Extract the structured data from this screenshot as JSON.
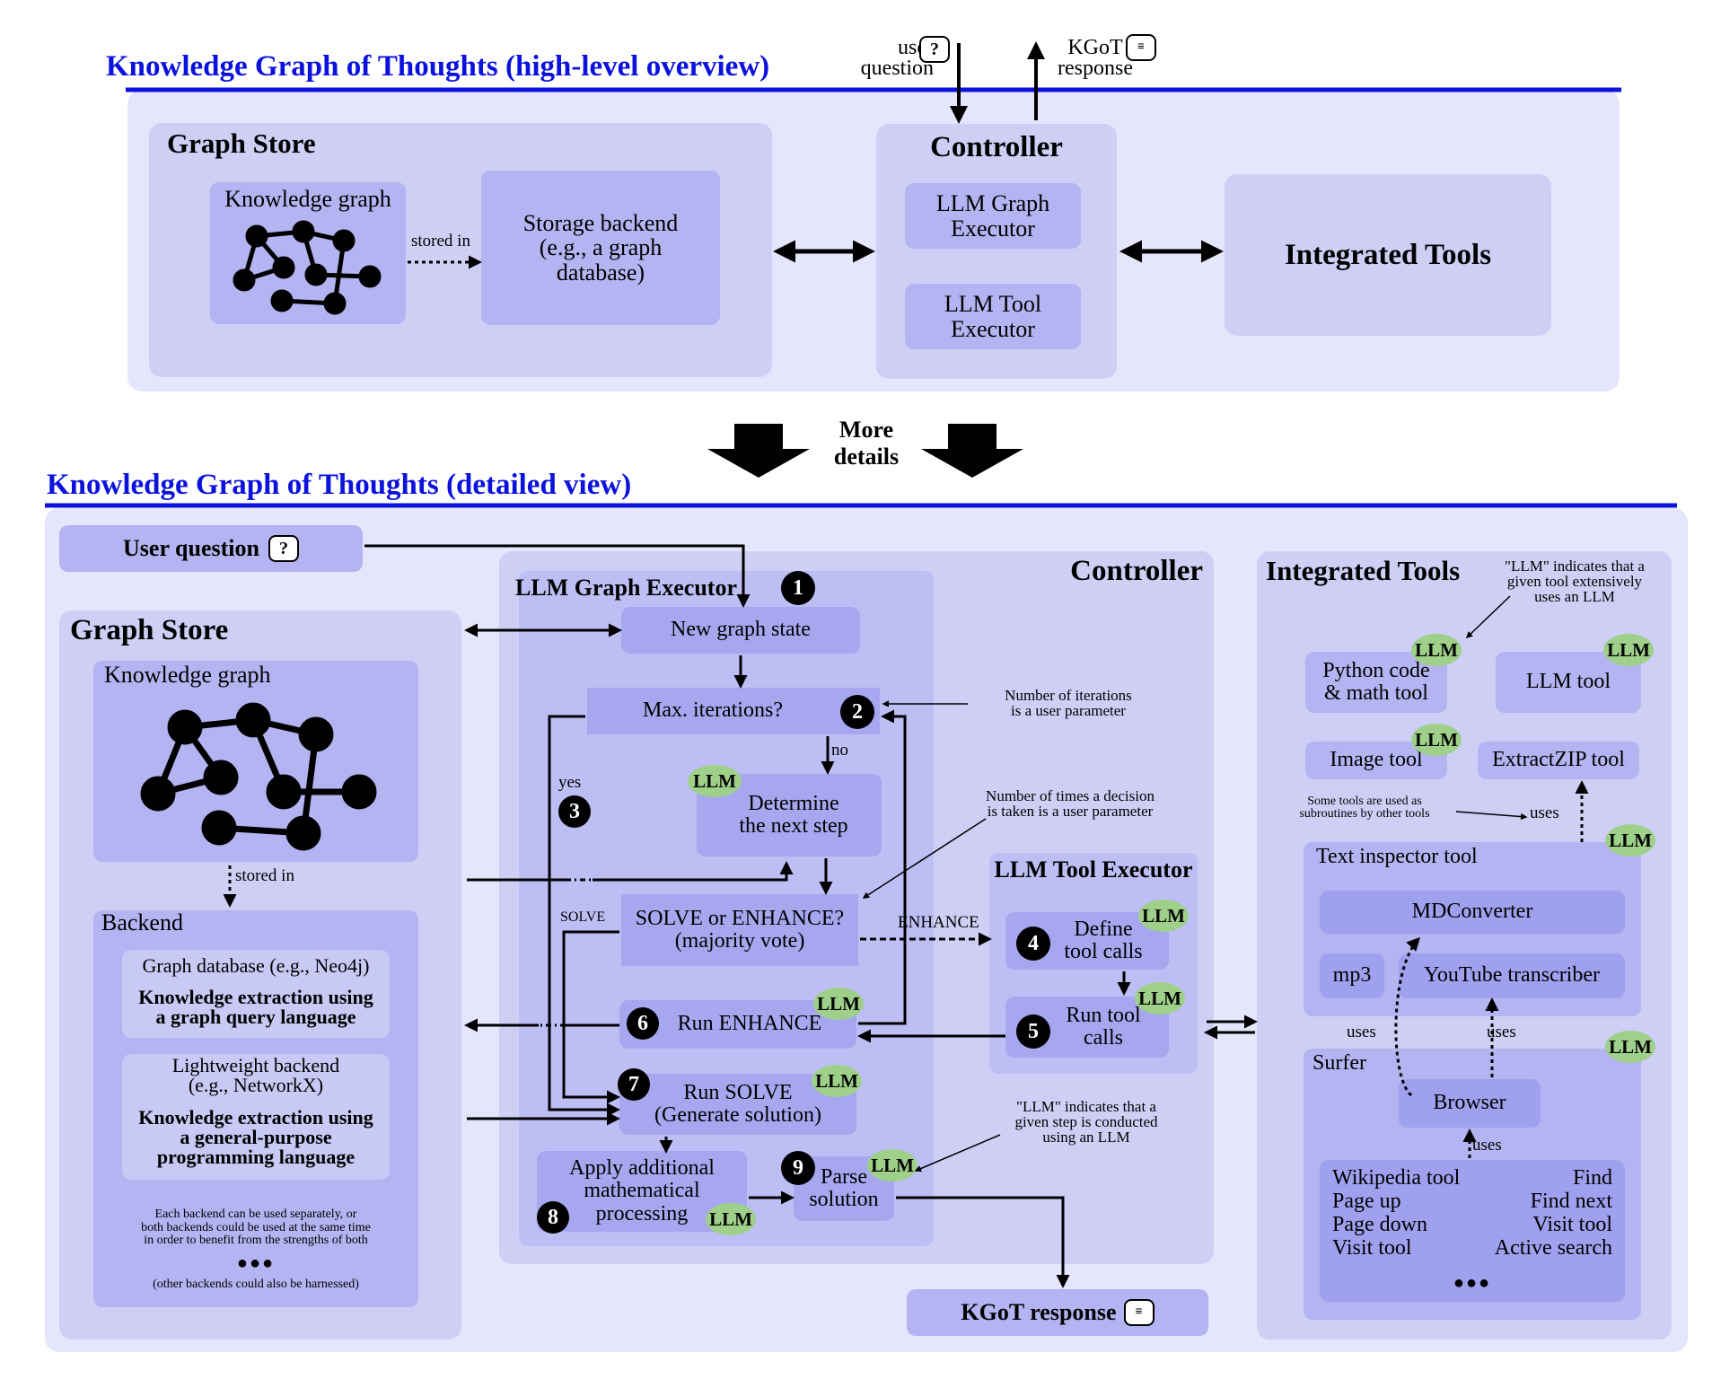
{
  "overview": {
    "title": "Knowledge Graph of Thoughts (high-level overview)",
    "user_question": "user\nquestion",
    "kgot_response": "KGoT\nresponse",
    "graph_store": "Graph Store",
    "knowledge_graph": "Knowledge graph",
    "stored_in": "stored in",
    "storage_backend": "Storage backend\n(e.g., a graph\ndatabase)",
    "controller": "Controller",
    "llm_graph_executor": "LLM Graph\nExecutor",
    "llm_tool_executor": "LLM Tool\nExecutor",
    "integrated_tools": "Integrated Tools"
  },
  "more_details": "More\ndetails",
  "detailed": {
    "title": "Knowledge Graph of Thoughts (detailed view)",
    "user_question": "User question",
    "graph_store": "Graph Store",
    "knowledge_graph": "Knowledge graph",
    "stored_in": "stored in",
    "backend": "Backend",
    "graph_db": "Graph database (e.g., Neo4j)",
    "graph_db_desc": "Knowledge extraction using\na graph query language",
    "light_backend": "Lightweight backend\n(e.g., NetworkX)",
    "light_backend_desc": "Knowledge extraction using\na general-purpose\nprogramming language",
    "backend_note": "Each backend can be used separately, or\nboth backends could be used at the same time\nin order to benefit from the strengths of both",
    "dots": "●●●",
    "other_backends": "(other backends could also be harnessed)",
    "controller": "Controller",
    "llm_graph_executor": "LLM Graph Executor",
    "new_graph_state": "New graph state",
    "max_iterations": "Max. iterations?",
    "no": "no",
    "yes": "yes",
    "determine": "Determine\nthe next step",
    "solve_or_enhance": "SOLVE or ENHANCE?\n(majority vote)",
    "solve_label": "SOLVE",
    "enhance_label": "ENHANCE",
    "run_enhance": "Run ENHANCE",
    "run_solve": "Run SOLVE\n(Generate solution)",
    "apply_math": "Apply additional\nmathematical\nprocessing",
    "parse_solution": "Parse\nsolution",
    "note_iterations": "Number of iterations\nis a user parameter",
    "note_decision": "Number of times a decision\nis taken is a user parameter",
    "note_llm_step": "\"LLM\" indicates that a\ngiven step is conducted\nusing an LLM",
    "llm_tool_executor": "LLM Tool Executor",
    "define_tool_calls": "Define\ntool calls",
    "run_tool_calls": "Run tool\ncalls",
    "kgot_response": "KGoT response",
    "integrated_tools": "Integrated Tools",
    "note_llm_tool": "\"LLM\" indicates that a\ngiven tool extensively\nuses an LLM",
    "python_tool": "Python code\n& math tool",
    "llm_tool": "LLM tool",
    "image_tool": "Image tool",
    "extractzip_tool": "ExtractZIP tool",
    "note_subroutines": "Some tools are used as\nsubroutines by other tools",
    "uses": "uses",
    "text_inspector": "Text inspector tool",
    "mdconverter": "MDConverter",
    "mp3": "mp3",
    "youtube": "YouTube transcriber",
    "surfer": "Surfer",
    "browser": "Browser",
    "browser_tools_left": "Wikipedia tool\nPage up\nPage down\nVisit tool",
    "browser_tools_right": "Find\nFind next\nVisit tool\nActive search",
    "llm_badge": "LLM",
    "steps": [
      "1",
      "2",
      "3",
      "4",
      "5",
      "6",
      "7",
      "8",
      "9"
    ]
  },
  "colors": {
    "title_blue": "#0b12dd",
    "panel": "#e5e5fb",
    "box_mid": "#cfcff6",
    "box_dark": "#b3b4f1",
    "llm_badge": "#9fd089"
  },
  "icons": [
    "question-bubble-icon",
    "chat-bubble-icon",
    "knowledge-graph-icon",
    "down-arrow-icon"
  ]
}
